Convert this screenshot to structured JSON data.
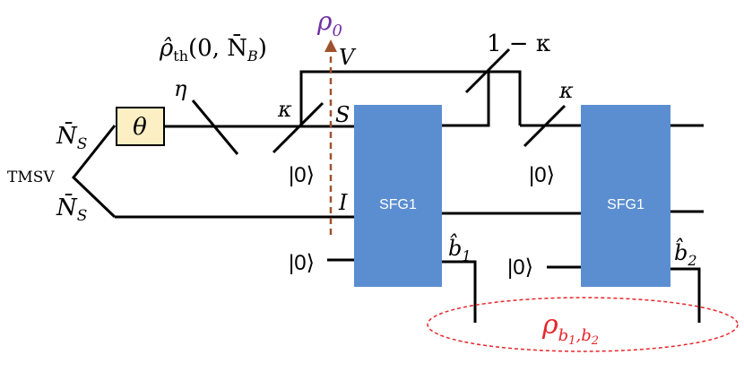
{
  "diagram": {
    "source_label": "TMSV",
    "signal_mean_photon": "N̄",
    "signal_mean_photon_sub": "S",
    "idler_mean_photon": "N̄",
    "idler_mean_photon_sub": "S",
    "phase_box": "θ",
    "loss_label": "η",
    "thermal_state": "ρ̂",
    "thermal_state_sub": "th",
    "thermal_state_args": "(0, N̄",
    "thermal_state_args_sub": "B",
    "thermal_state_close": ")",
    "rho0_label": "ρ",
    "rho0_sub": "0",
    "v_label": "V",
    "s_label": "S",
    "i_label": "I",
    "kappa1_label": "κ",
    "kappa2_label": "κ",
    "one_minus_kappa_label": "1 − κ",
    "vac_label_1": "|0⟩",
    "vac_label_2": "|0⟩",
    "vac_label_3": "|0⟩",
    "vac_label_4": "|0⟩",
    "sfg1_label": "SFG1",
    "sfg2_label": "SFG1",
    "b1_label": "b̂",
    "b1_sub": "1",
    "b2_label": "b̂",
    "b2_sub": "2",
    "output_state": "ρ",
    "output_state_sub1": "b",
    "output_state_sub1a": "1",
    "output_state_sub2": "b",
    "output_state_sub2a": "2"
  },
  "colors": {
    "sfg_fill": "#5b8ed0",
    "phase_box_fill": "#fdefc4",
    "rho0_color": "#7030a0",
    "cut_line_color": "#a0522d",
    "output_color": "#e8262a"
  }
}
